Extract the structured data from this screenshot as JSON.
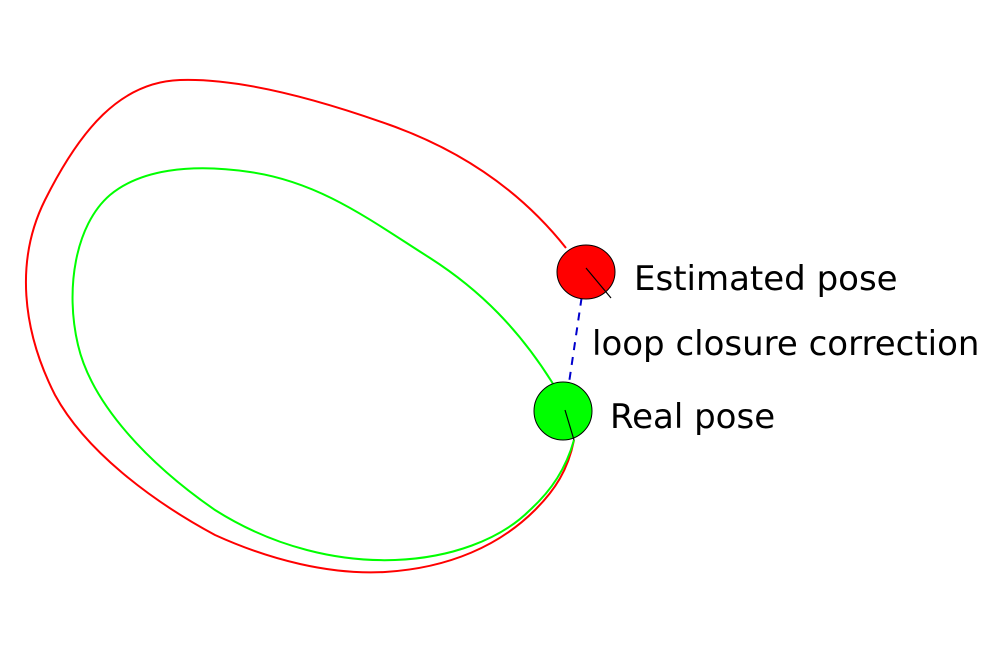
{
  "labels": {
    "estimated_pose": "Estimated pose",
    "loop_closure": "loop closure correction",
    "real_pose": "Real pose"
  },
  "colors": {
    "estimated_trajectory": "#ff0000",
    "real_trajectory": "#00ff00",
    "estimated_pose_fill": "#ff0000",
    "real_pose_fill": "#00ff00",
    "correction_line": "#0000cc",
    "outline": "#000000",
    "background": "#ffffff"
  }
}
